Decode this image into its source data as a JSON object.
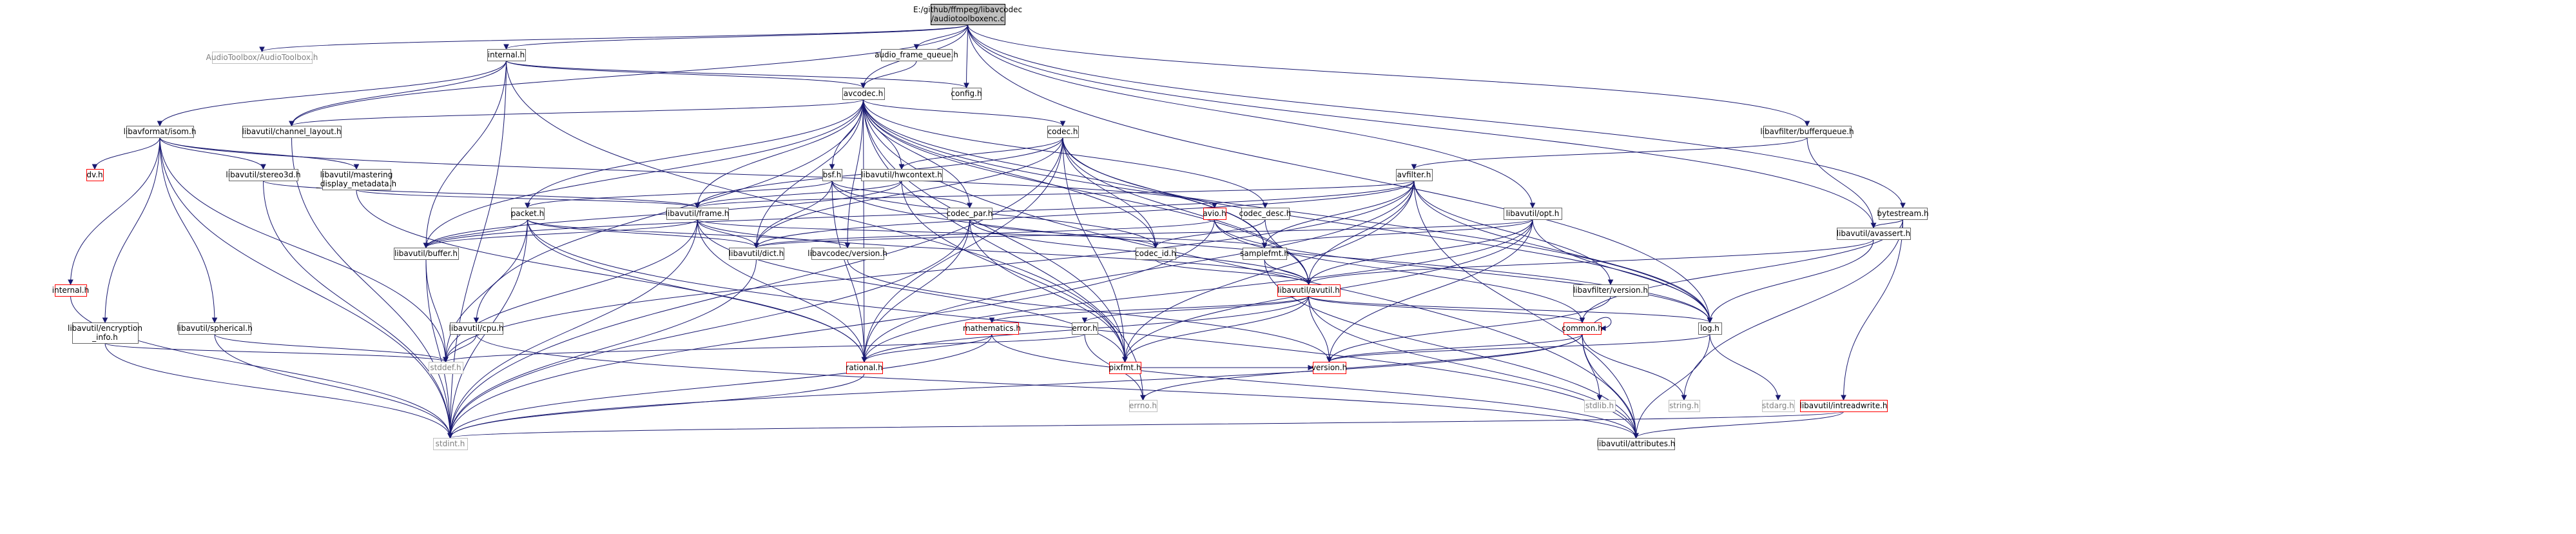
{
  "nodes": [
    {
      "id": "root",
      "lines": [
        "E:/github/ffmpeg/libavcodec",
        "/audiotoolboxenc.c"
      ],
      "style": "root"
    },
    {
      "id": "atb",
      "lines": [
        "AudioToolbox/AudioToolbox.h"
      ],
      "style": "grey"
    },
    {
      "id": "internal_h",
      "lines": [
        "internal.h"
      ],
      "style": "normal"
    },
    {
      "id": "afq",
      "lines": [
        "audio_frame_queue.h"
      ],
      "style": "normal"
    },
    {
      "id": "avcodec",
      "lines": [
        "avcodec.h"
      ],
      "style": "normal"
    },
    {
      "id": "config",
      "lines": [
        "config.h"
      ],
      "style": "normal"
    },
    {
      "id": "bufferqueue",
      "lines": [
        "libavfilter/bufferqueue.h"
      ],
      "style": "normal"
    },
    {
      "id": "opt",
      "lines": [
        "libavutil/opt.h"
      ],
      "style": "normal"
    },
    {
      "id": "bytestream",
      "lines": [
        "bytestream.h"
      ],
      "style": "normal"
    },
    {
      "id": "avassert",
      "lines": [
        "libavutil/avassert.h"
      ],
      "style": "normal"
    },
    {
      "id": "isom",
      "lines": [
        "libavformat/isom.h"
      ],
      "style": "normal"
    },
    {
      "id": "chlayout",
      "lines": [
        "libavutil/channel_layout.h"
      ],
      "style": "normal"
    },
    {
      "id": "codec_h",
      "lines": [
        "codec.h"
      ],
      "style": "normal"
    },
    {
      "id": "bsf",
      "lines": [
        "bsf.h"
      ],
      "style": "normal"
    },
    {
      "id": "hwcontext",
      "lines": [
        "libavutil/hwcontext.h"
      ],
      "style": "normal"
    },
    {
      "id": "codec_par",
      "lines": [
        "codec_par.h"
      ],
      "style": "normal"
    },
    {
      "id": "codec_desc",
      "lines": [
        "codec_desc.h"
      ],
      "style": "normal"
    },
    {
      "id": "avfilter",
      "lines": [
        "avfilter.h"
      ],
      "style": "normal"
    },
    {
      "id": "avio",
      "lines": [
        "avio.h"
      ],
      "style": "red"
    },
    {
      "id": "dv",
      "lines": [
        "dv.h"
      ],
      "style": "red"
    },
    {
      "id": "stereo3d",
      "lines": [
        "libavutil/stereo3d.h"
      ],
      "style": "normal"
    },
    {
      "id": "mastering",
      "lines": [
        "libavutil/mastering",
        "_display_metadata.h"
      ],
      "style": "normal"
    },
    {
      "id": "frame",
      "lines": [
        "libavutil/frame.h"
      ],
      "style": "normal"
    },
    {
      "id": "packet",
      "lines": [
        "packet.h"
      ],
      "style": "normal"
    },
    {
      "id": "buffer",
      "lines": [
        "libavutil/buffer.h"
      ],
      "style": "normal"
    },
    {
      "id": "dict",
      "lines": [
        "libavutil/dict.h"
      ],
      "style": "normal"
    },
    {
      "id": "lavcversion",
      "lines": [
        "libavcodec/version.h"
      ],
      "style": "normal"
    },
    {
      "id": "codec_id",
      "lines": [
        "codec_id.h"
      ],
      "style": "normal"
    },
    {
      "id": "samplefmt",
      "lines": [
        "samplefmt.h"
      ],
      "style": "normal"
    },
    {
      "id": "avutil",
      "lines": [
        "libavutil/avutil.h"
      ],
      "style": "red"
    },
    {
      "id": "lavfiversion",
      "lines": [
        "libavfilter/version.h"
      ],
      "style": "normal"
    },
    {
      "id": "internal_red",
      "lines": [
        "internal.h"
      ],
      "style": "red"
    },
    {
      "id": "encryption",
      "lines": [
        "libavutil/encryption",
        "_info.h"
      ],
      "style": "normal"
    },
    {
      "id": "spherical",
      "lines": [
        "libavutil/spherical.h"
      ],
      "style": "normal"
    },
    {
      "id": "cpu",
      "lines": [
        "libavutil/cpu.h"
      ],
      "style": "normal"
    },
    {
      "id": "mathematics",
      "lines": [
        "mathematics.h"
      ],
      "style": "red"
    },
    {
      "id": "error",
      "lines": [
        "error.h"
      ],
      "style": "normal"
    },
    {
      "id": "pixfmt",
      "lines": [
        "pixfmt.h"
      ],
      "style": "red"
    },
    {
      "id": "common",
      "lines": [
        "common.h"
      ],
      "style": "red"
    },
    {
      "id": "log",
      "lines": [
        "log.h"
      ],
      "style": "normal"
    },
    {
      "id": "stddef",
      "lines": [
        "stddef.h"
      ],
      "style": "grey"
    },
    {
      "id": "rational",
      "lines": [
        "rational.h"
      ],
      "style": "red"
    },
    {
      "id": "errno",
      "lines": [
        "errno.h"
      ],
      "style": "grey"
    },
    {
      "id": "version",
      "lines": [
        "version.h"
      ],
      "style": "red"
    },
    {
      "id": "stdlib",
      "lines": [
        "stdlib.h"
      ],
      "style": "grey"
    },
    {
      "id": "string",
      "lines": [
        "string.h"
      ],
      "style": "grey"
    },
    {
      "id": "stdarg",
      "lines": [
        "stdarg.h"
      ],
      "style": "grey"
    },
    {
      "id": "intreadwrite",
      "lines": [
        "libavutil/intreadwrite.h"
      ],
      "style": "red"
    },
    {
      "id": "stdint",
      "lines": [
        "stdint.h"
      ],
      "style": "grey"
    },
    {
      "id": "attributes",
      "lines": [
        "libavutil/attributes.h"
      ],
      "style": "normal"
    }
  ],
  "edges": [
    [
      "root",
      "atb"
    ],
    [
      "root",
      "internal_h"
    ],
    [
      "root",
      "afq"
    ],
    [
      "root",
      "avcodec"
    ],
    [
      "root",
      "config"
    ],
    [
      "root",
      "bufferqueue"
    ],
    [
      "root",
      "opt"
    ],
    [
      "root",
      "bytestream"
    ],
    [
      "root",
      "avassert"
    ],
    [
      "root",
      "chlayout"
    ],
    [
      "root",
      "log"
    ],
    [
      "internal_h",
      "isom"
    ],
    [
      "internal_h",
      "chlayout"
    ],
    [
      "internal_h",
      "buffer"
    ],
    [
      "internal_h",
      "pixfmt"
    ],
    [
      "internal_h",
      "avcodec"
    ],
    [
      "internal_h",
      "config"
    ],
    [
      "internal_h",
      "stdint"
    ],
    [
      "afq",
      "avcodec"
    ],
    [
      "avcodec",
      "chlayout"
    ],
    [
      "avcodec",
      "codec_h"
    ],
    [
      "avcodec",
      "bsf"
    ],
    [
      "avcodec",
      "hwcontext"
    ],
    [
      "avcodec",
      "codec_par"
    ],
    [
      "avcodec",
      "codec_desc"
    ],
    [
      "avcodec",
      "frame"
    ],
    [
      "avcodec",
      "packet"
    ],
    [
      "avcodec",
      "buffer"
    ],
    [
      "avcodec",
      "dict"
    ],
    [
      "avcodec",
      "lavcversion"
    ],
    [
      "avcodec",
      "codec_id"
    ],
    [
      "avcodec",
      "samplefmt"
    ],
    [
      "avcodec",
      "avutil"
    ],
    [
      "avcodec",
      "pixfmt"
    ],
    [
      "avcodec",
      "rational"
    ],
    [
      "avcodec",
      "cpu"
    ],
    [
      "avcodec",
      "log"
    ],
    [
      "avcodec",
      "attributes"
    ],
    [
      "avcodec",
      "errno"
    ],
    [
      "bufferqueue",
      "avfilter"
    ],
    [
      "bufferqueue",
      "avassert"
    ],
    [
      "opt",
      "dict"
    ],
    [
      "opt",
      "samplefmt"
    ],
    [
      "opt",
      "avutil"
    ],
    [
      "opt",
      "pixfmt"
    ],
    [
      "opt",
      "rational"
    ],
    [
      "opt",
      "log"
    ],
    [
      "opt",
      "version"
    ],
    [
      "bytestream",
      "avassert"
    ],
    [
      "bytestream",
      "common"
    ],
    [
      "bytestream",
      "intreadwrite"
    ],
    [
      "bytestream",
      "string"
    ],
    [
      "avassert",
      "avutil"
    ],
    [
      "avassert",
      "log"
    ],
    [
      "isom",
      "avio"
    ],
    [
      "isom",
      "dv"
    ],
    [
      "isom",
      "stereo3d"
    ],
    [
      "isom",
      "mastering"
    ],
    [
      "isom",
      "internal_red"
    ],
    [
      "isom",
      "encryption"
    ],
    [
      "isom",
      "spherical"
    ],
    [
      "isom",
      "stddef"
    ],
    [
      "isom",
      "stdint"
    ],
    [
      "chlayout",
      "stdint"
    ],
    [
      "codec_h",
      "frame"
    ],
    [
      "codec_h",
      "hwcontext"
    ],
    [
      "codec_h",
      "codec_id"
    ],
    [
      "codec_h",
      "samplefmt"
    ],
    [
      "codec_h",
      "avutil"
    ],
    [
      "codec_h",
      "pixfmt"
    ],
    [
      "codec_h",
      "rational"
    ],
    [
      "codec_h",
      "log"
    ],
    [
      "codec_h",
      "dict"
    ],
    [
      "codec_h",
      "stdint"
    ],
    [
      "bsf",
      "packet"
    ],
    [
      "bsf",
      "codec_par"
    ],
    [
      "bsf",
      "codec_id"
    ],
    [
      "bsf",
      "dict"
    ],
    [
      "bsf",
      "log"
    ],
    [
      "bsf",
      "rational"
    ],
    [
      "hwcontext",
      "frame"
    ],
    [
      "hwcontext",
      "buffer"
    ],
    [
      "hwcontext",
      "pixfmt"
    ],
    [
      "codec_par",
      "codec_id"
    ],
    [
      "codec_par",
      "avutil"
    ],
    [
      "codec_par",
      "pixfmt"
    ],
    [
      "codec_par",
      "rational"
    ],
    [
      "codec_par",
      "stdint"
    ],
    [
      "codec_desc",
      "codec_id"
    ],
    [
      "codec_desc",
      "avutil"
    ],
    [
      "avfilter",
      "frame"
    ],
    [
      "avfilter",
      "buffer"
    ],
    [
      "avfilter",
      "dict"
    ],
    [
      "avfilter",
      "samplefmt"
    ],
    [
      "avfilter",
      "avutil"
    ],
    [
      "avfilter",
      "pixfmt"
    ],
    [
      "avfilter",
      "rational"
    ],
    [
      "avfilter",
      "lavfiversion"
    ],
    [
      "avfilter",
      "log"
    ],
    [
      "avfilter",
      "attributes"
    ],
    [
      "avfilter",
      "stddef"
    ],
    [
      "avio",
      "dict"
    ],
    [
      "avio",
      "log"
    ],
    [
      "avio",
      "common"
    ],
    [
      "avio",
      "stdint"
    ],
    [
      "stereo3d",
      "frame"
    ],
    [
      "stereo3d",
      "stdint"
    ],
    [
      "mastering",
      "frame"
    ],
    [
      "mastering",
      "rational"
    ],
    [
      "frame",
      "buffer"
    ],
    [
      "frame",
      "dict"
    ],
    [
      "frame",
      "samplefmt"
    ],
    [
      "frame",
      "avutil"
    ],
    [
      "frame",
      "pixfmt"
    ],
    [
      "frame",
      "rational"
    ],
    [
      "frame",
      "stdint"
    ],
    [
      "frame",
      "stddef"
    ],
    [
      "packet",
      "buffer"
    ],
    [
      "packet",
      "dict"
    ],
    [
      "packet",
      "lavcversion"
    ],
    [
      "packet",
      "rational"
    ],
    [
      "packet",
      "attributes"
    ],
    [
      "packet",
      "stddef"
    ],
    [
      "packet",
      "stdint"
    ],
    [
      "buffer",
      "stdint"
    ],
    [
      "buffer",
      "stddef"
    ],
    [
      "dict",
      "stdint"
    ],
    [
      "lavcversion",
      "version"
    ],
    [
      "codec_id",
      "avutil"
    ],
    [
      "samplefmt",
      "avutil"
    ],
    [
      "samplefmt",
      "attributes"
    ],
    [
      "avutil",
      "common"
    ],
    [
      "avutil",
      "error"
    ],
    [
      "avutil",
      "mathematics"
    ],
    [
      "avutil",
      "rational"
    ],
    [
      "avutil",
      "version"
    ],
    [
      "avutil",
      "pixfmt"
    ],
    [
      "avutil",
      "log"
    ],
    [
      "avutil",
      "attributes"
    ],
    [
      "lavfiversion",
      "version"
    ],
    [
      "internal_red",
      "stdint"
    ],
    [
      "encryption",
      "stddef"
    ],
    [
      "encryption",
      "stdint"
    ],
    [
      "spherical",
      "stddef"
    ],
    [
      "spherical",
      "stdint"
    ],
    [
      "cpu",
      "stddef"
    ],
    [
      "cpu",
      "attributes"
    ],
    [
      "mathematics",
      "rational"
    ],
    [
      "mathematics",
      "stdint"
    ],
    [
      "mathematics",
      "attributes"
    ],
    [
      "error",
      "errno"
    ],
    [
      "error",
      "stddef"
    ],
    [
      "pixfmt",
      "version"
    ],
    [
      "common",
      "attributes"
    ],
    [
      "common",
      "version"
    ],
    [
      "common",
      "stdint"
    ],
    [
      "common",
      "stdlib"
    ],
    [
      "common",
      "string"
    ],
    [
      "common",
      "errno"
    ],
    [
      "common",
      "common"
    ],
    [
      "log",
      "stdarg"
    ],
    [
      "log",
      "version"
    ],
    [
      "log",
      "attributes"
    ],
    [
      "rational",
      "stdint"
    ],
    [
      "intreadwrite",
      "attributes"
    ],
    [
      "intreadwrite",
      "stdint"
    ]
  ]
}
